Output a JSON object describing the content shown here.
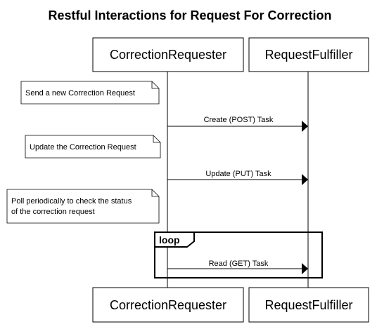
{
  "title": "Restful Interactions for Request For Correction",
  "participants": [
    {
      "id": "requester",
      "label": "CorrectionRequester"
    },
    {
      "id": "fulfiller",
      "label": "RequestFulfiller"
    }
  ],
  "notes": [
    {
      "lines": [
        "Send a new Correction Request"
      ]
    },
    {
      "lines": [
        "Update the Correction Request"
      ]
    },
    {
      "lines": [
        "Poll periodically to check the status",
        "of the correction request"
      ]
    }
  ],
  "messages": [
    {
      "from": "requester",
      "to": "fulfiller",
      "label": "Create (POST) Task"
    },
    {
      "from": "requester",
      "to": "fulfiller",
      "label": "Update (PUT) Task"
    },
    {
      "from": "requester",
      "to": "fulfiller",
      "label": "Read (GET) Task"
    }
  ],
  "loop": {
    "label": "loop"
  }
}
